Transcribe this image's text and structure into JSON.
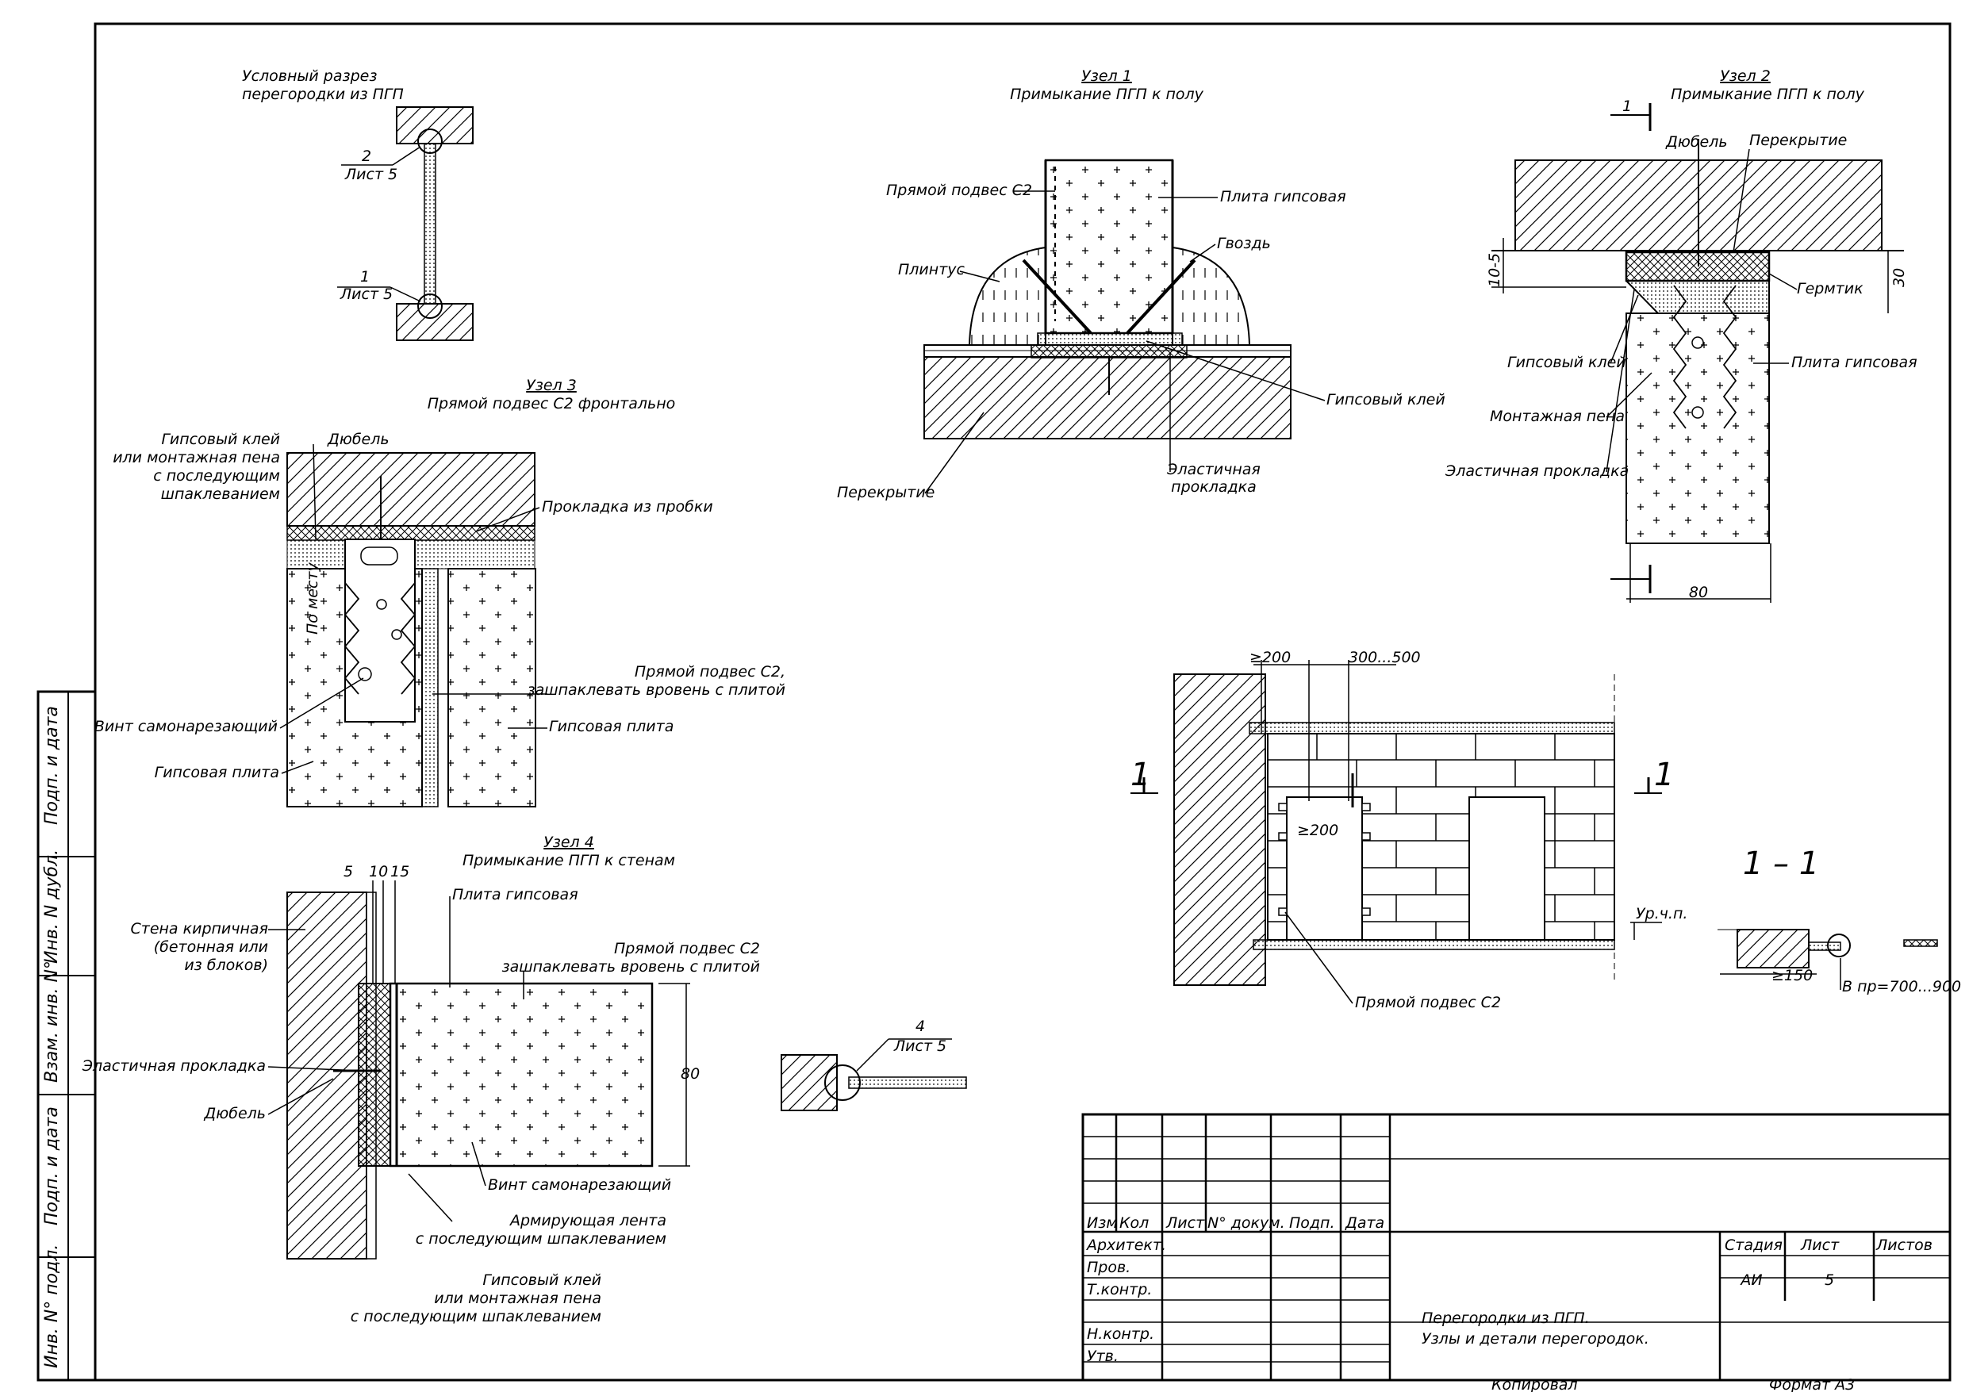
{
  "colors": {
    "line": "#000000",
    "background": "#ffffff"
  },
  "section_scheme": {
    "title_l1": "Условный разрез",
    "title_l2": "перегородки из ПГП",
    "ref_top_num": "2",
    "ref_top_sheet": "Лист 5",
    "ref_bot_num": "1",
    "ref_bot_sheet": "Лист 5"
  },
  "node1": {
    "title": "Узел 1",
    "subtitle": "Примыкание ПГП к полу",
    "labels": {
      "hanger": "Прямой подвес С2",
      "plinth": "Плинтус",
      "slab": "Перекрытие",
      "gypsum_plate": "Плита гипсовая",
      "nail": "Гвоздь",
      "glue": "Гипсовый клей",
      "gasket_l1": "Эластичная",
      "gasket_l2": "прокладка"
    }
  },
  "node2": {
    "title": "Узел 2",
    "subtitle": "Примыкание ПГП к полу",
    "section_mark": "1",
    "labels": {
      "dowel": "Дюбель",
      "slab": "Перекрытие",
      "sealant": "Гермтик",
      "glue": "Гипсовый клей",
      "gypsum_plate": "Плита гипсовая",
      "foam": "Монтажная пена",
      "gasket": "Эластичная прокладка"
    },
    "dims": {
      "gap": "10-5",
      "height": "30",
      "width": "80"
    }
  },
  "node3": {
    "title": "Узел 3",
    "subtitle": "Прямой подвес С2 фронтально",
    "labels": {
      "glue_l1": "Гипсовый клей",
      "glue_l2": "или монтажная пена",
      "glue_l3": "с последующим",
      "glue_l4": "шпаклеванием",
      "dowel": "Дюбель",
      "cork": "Прокладка из пробки",
      "hanger_l1": "Прямой подвес С2,",
      "hanger_l2": "зашпаклевать вровень с плитой",
      "screw": "Винт самонарезающий",
      "plate_right": "Гипсовая плита",
      "plate_left": "Гипсовая плита",
      "in_place": "По месту"
    }
  },
  "node4": {
    "title": "Узел 4",
    "subtitle": "Примыкание ПГП к стенам",
    "dims": {
      "a": "5",
      "b": "10",
      "c": "15",
      "thickness": "80"
    },
    "labels": {
      "wall_l1": "Стена кирпичная",
      "wall_l2": "(бетонная или",
      "wall_l3": "из блоков)",
      "plate": "Плита гипсовая",
      "hanger_l1": "Прямой подвес С2",
      "hanger_l2": "зашпаклевать вровень с плитой",
      "gasket": "Эластичная прокладка",
      "dowel": "Дюбель",
      "screw": "Винт самонарезающий",
      "tape_l1": "Армирующая лента",
      "tape_l2": "с последующим шпаклеванием",
      "glue_l1": "Гипсовый клей",
      "glue_l2": "или монтажная пена",
      "glue_l3": "с последующим шпаклеванием"
    },
    "ref_num": "4",
    "ref_sheet": "Лист 5"
  },
  "elevation": {
    "dims": {
      "left": "≥200",
      "spacing": "300...500",
      "inner": "≥200",
      "floor": "Ур.ч.п."
    },
    "section_mark": "1",
    "hanger_label": "Прямой подвес С2"
  },
  "section_11": {
    "title": "1 – 1",
    "dim_min": "≥150",
    "dim_step": "В пр=700...900"
  },
  "side_stamp": [
    "Подп. и дата",
    "Инв. N дубл.",
    "Взам. инв. N°",
    "Подп. и дата",
    "Инв. N° подл."
  ],
  "title_block": {
    "col_headers": [
      "Изм",
      "Кол",
      "Лист",
      "N° докум.",
      "Подп.",
      "Дата"
    ],
    "roles": [
      "Архитект.",
      "Пров.",
      "Т.контр.",
      "",
      "Н.контр.",
      "Утв."
    ],
    "stage_header": "Стадия",
    "sheet_header": "Лист",
    "sheets_header": "Листов",
    "stage_value": "АИ",
    "sheet_value": "5",
    "sheets_value": "",
    "title_l1": "Перегородки из ПГП.",
    "title_l2": "Узлы и детали перегородок."
  },
  "footer": {
    "copied": "Копировал",
    "format": "Формат А3"
  }
}
